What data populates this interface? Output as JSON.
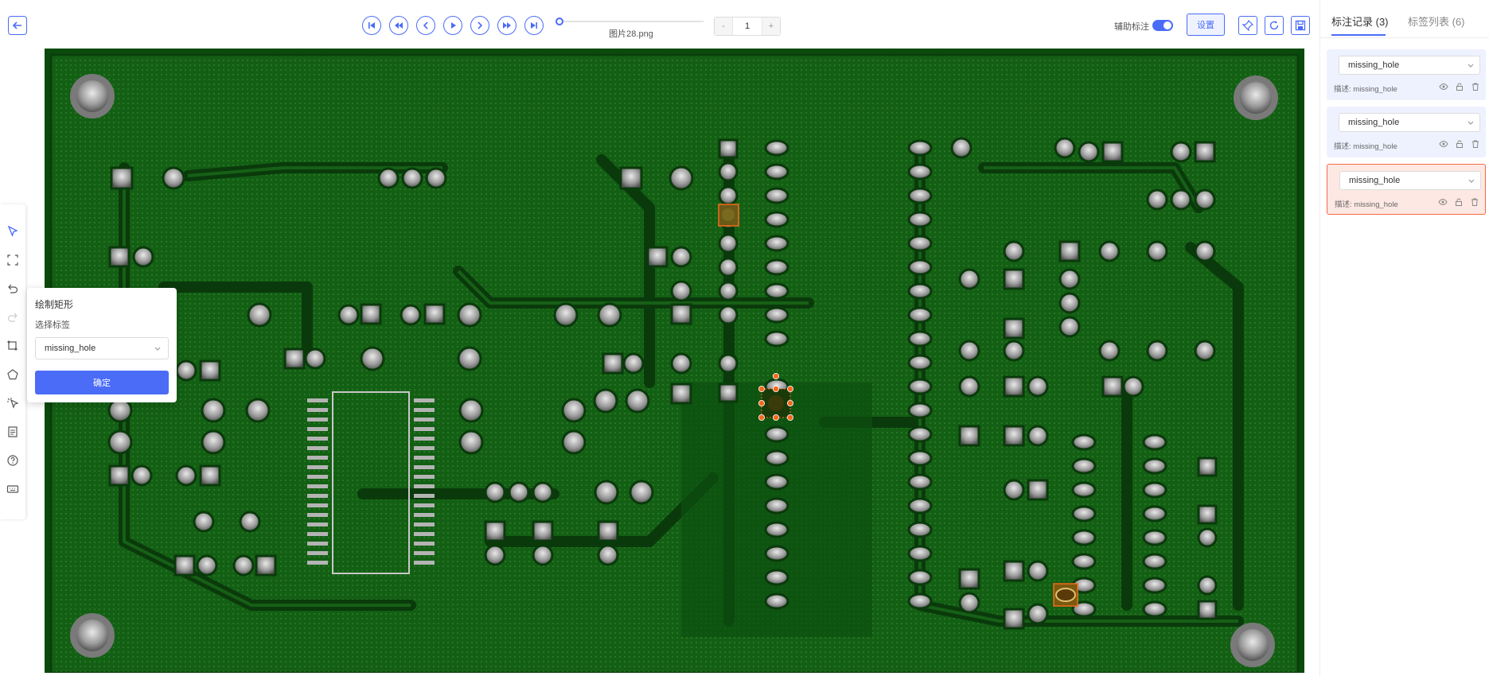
{
  "toolbar": {
    "back_icon": "arrow-left-icon",
    "playback_icons": [
      "skip-first-icon",
      "fast-backward-icon",
      "previous-icon",
      "play-icon",
      "next-icon",
      "fast-forward-icon",
      "skip-last-icon"
    ],
    "filename": "图片28.png",
    "page_minus": "-",
    "page_value": "1",
    "page_plus": "+",
    "assist_label": "辅助标注",
    "assist_enabled": true,
    "settings_label": "设置",
    "action_icons": [
      "pin-icon",
      "refresh-icon",
      "save-icon"
    ]
  },
  "left_tools": [
    "select-pointer-icon",
    "rect-select-icon",
    "undo-icon",
    "redo-icon",
    "crop-icon",
    "polygon-icon",
    "magic-select-icon",
    "document-icon",
    "help-icon",
    "keyboard-icon"
  ],
  "popup": {
    "title": "绘制矩形",
    "label_prompt": "选择标签",
    "selected_label": "missing_hole",
    "confirm_label": "确定"
  },
  "right_panel": {
    "tabs": [
      {
        "label": "标注记录 (3)",
        "active": true
      },
      {
        "label": "标签列表 (6)",
        "active": false
      }
    ],
    "records": [
      {
        "label": "missing_hole",
        "description": "描述: missing_hole",
        "selected": false
      },
      {
        "label": "missing_hole",
        "description": "描述: missing_hole",
        "selected": false
      },
      {
        "label": "missing_hole",
        "description": "描述: missing_hole",
        "selected": true
      }
    ],
    "record_action_icons": [
      "eye-icon",
      "lock-icon",
      "trash-icon"
    ]
  },
  "colors": {
    "accent": "#4a6cf7",
    "pcb_green": "#0e5a10",
    "annotation_orange": "#f56a1a"
  }
}
